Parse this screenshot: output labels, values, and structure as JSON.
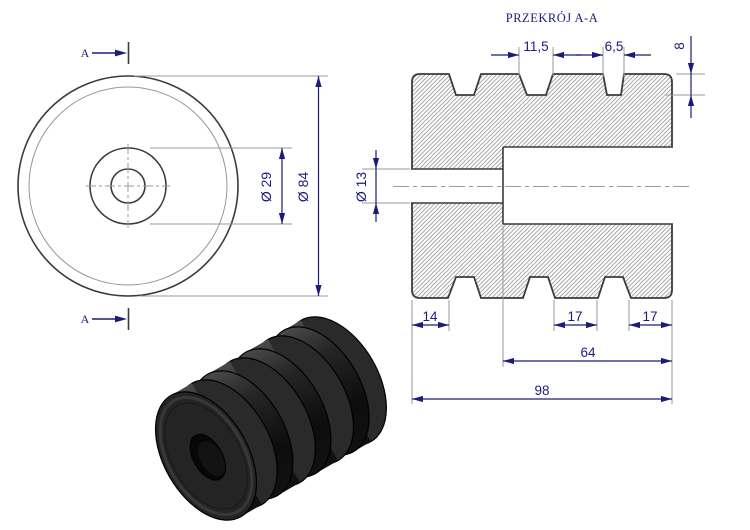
{
  "drawing": {
    "section_title": "PRZEKRÓJ A-A",
    "section_marker_top": "A",
    "section_marker_bottom": "A",
    "front_view": {
      "dim_hub_diameter": "Ø 29",
      "dim_outer_diameter": "Ø 84"
    },
    "section_view": {
      "dim_groove_wide": "11,5",
      "dim_groove_narrow": "6,5",
      "dim_groove_depth": "8",
      "dim_bore_diameter": "Ø 13",
      "dim_first_rib": "14",
      "dim_mid_rib": "17",
      "dim_end_rib": "17",
      "dim_counterbore_depth": "64",
      "dim_overall_length": "98"
    }
  },
  "colors": {
    "dimension_blue": "#1c1c78",
    "outline_dark": "#3b3b3b",
    "extension_gray": "#9a9aa0",
    "hatch_gray": "#808080",
    "part_black": "#1c1c1c",
    "background": "#ffffff"
  }
}
